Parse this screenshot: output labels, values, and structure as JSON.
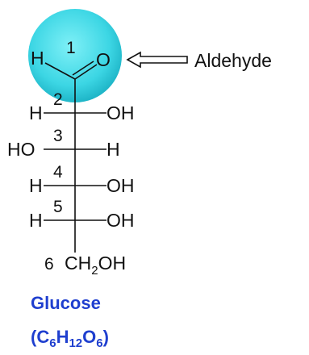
{
  "colors": {
    "highlight": "#3cd6e4",
    "highlight_edge": "#1fb6c8",
    "name_color": "#1f3fcf",
    "line": "#111111"
  },
  "aldehyde_group": {
    "h": "H",
    "o": "O",
    "carbon_number": "1"
  },
  "arrow_label": "Aldehyde",
  "carbons": [
    {
      "number": "2",
      "left": "H",
      "right": "OH"
    },
    {
      "number": "3",
      "left": "HO",
      "right": "H"
    },
    {
      "number": "4",
      "left": "H",
      "right": "OH"
    },
    {
      "number": "5",
      "left": "H",
      "right": "OH"
    }
  ],
  "terminal": {
    "number": "6",
    "c": "C",
    "h": "H",
    "h_sub": "2",
    "oh": "OH"
  },
  "name": "Glucose",
  "formula": {
    "open": "(C",
    "c_sub": "6",
    "h": "H",
    "h_sub": "12",
    "o": "O",
    "o_sub": "6",
    "close": ")"
  }
}
